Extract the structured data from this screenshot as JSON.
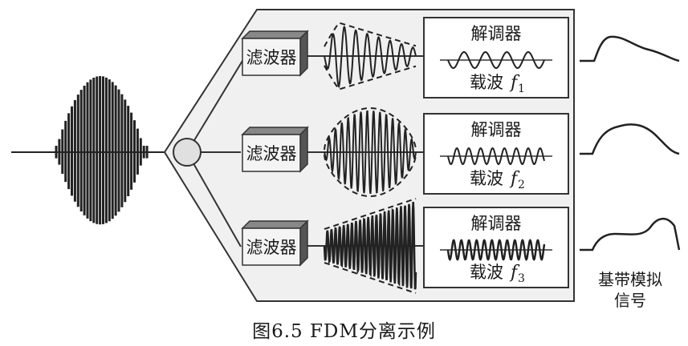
{
  "channels": [
    {
      "filter_label": "滤波器",
      "demod_label": "解调器",
      "carrier_label": "载波",
      "carrier_symbol": "f",
      "carrier_subscript": "1"
    },
    {
      "filter_label": "滤波器",
      "demod_label": "解调器",
      "carrier_label": "载波",
      "carrier_symbol": "f",
      "carrier_subscript": "2"
    },
    {
      "filter_label": "滤波器",
      "demod_label": "解调器",
      "carrier_label": "载波",
      "carrier_symbol": "f",
      "carrier_subscript": "3"
    }
  ],
  "output_label_line1": "基带模拟",
  "output_label_line2": "信号",
  "caption": "图6.5  FDM分离示例"
}
